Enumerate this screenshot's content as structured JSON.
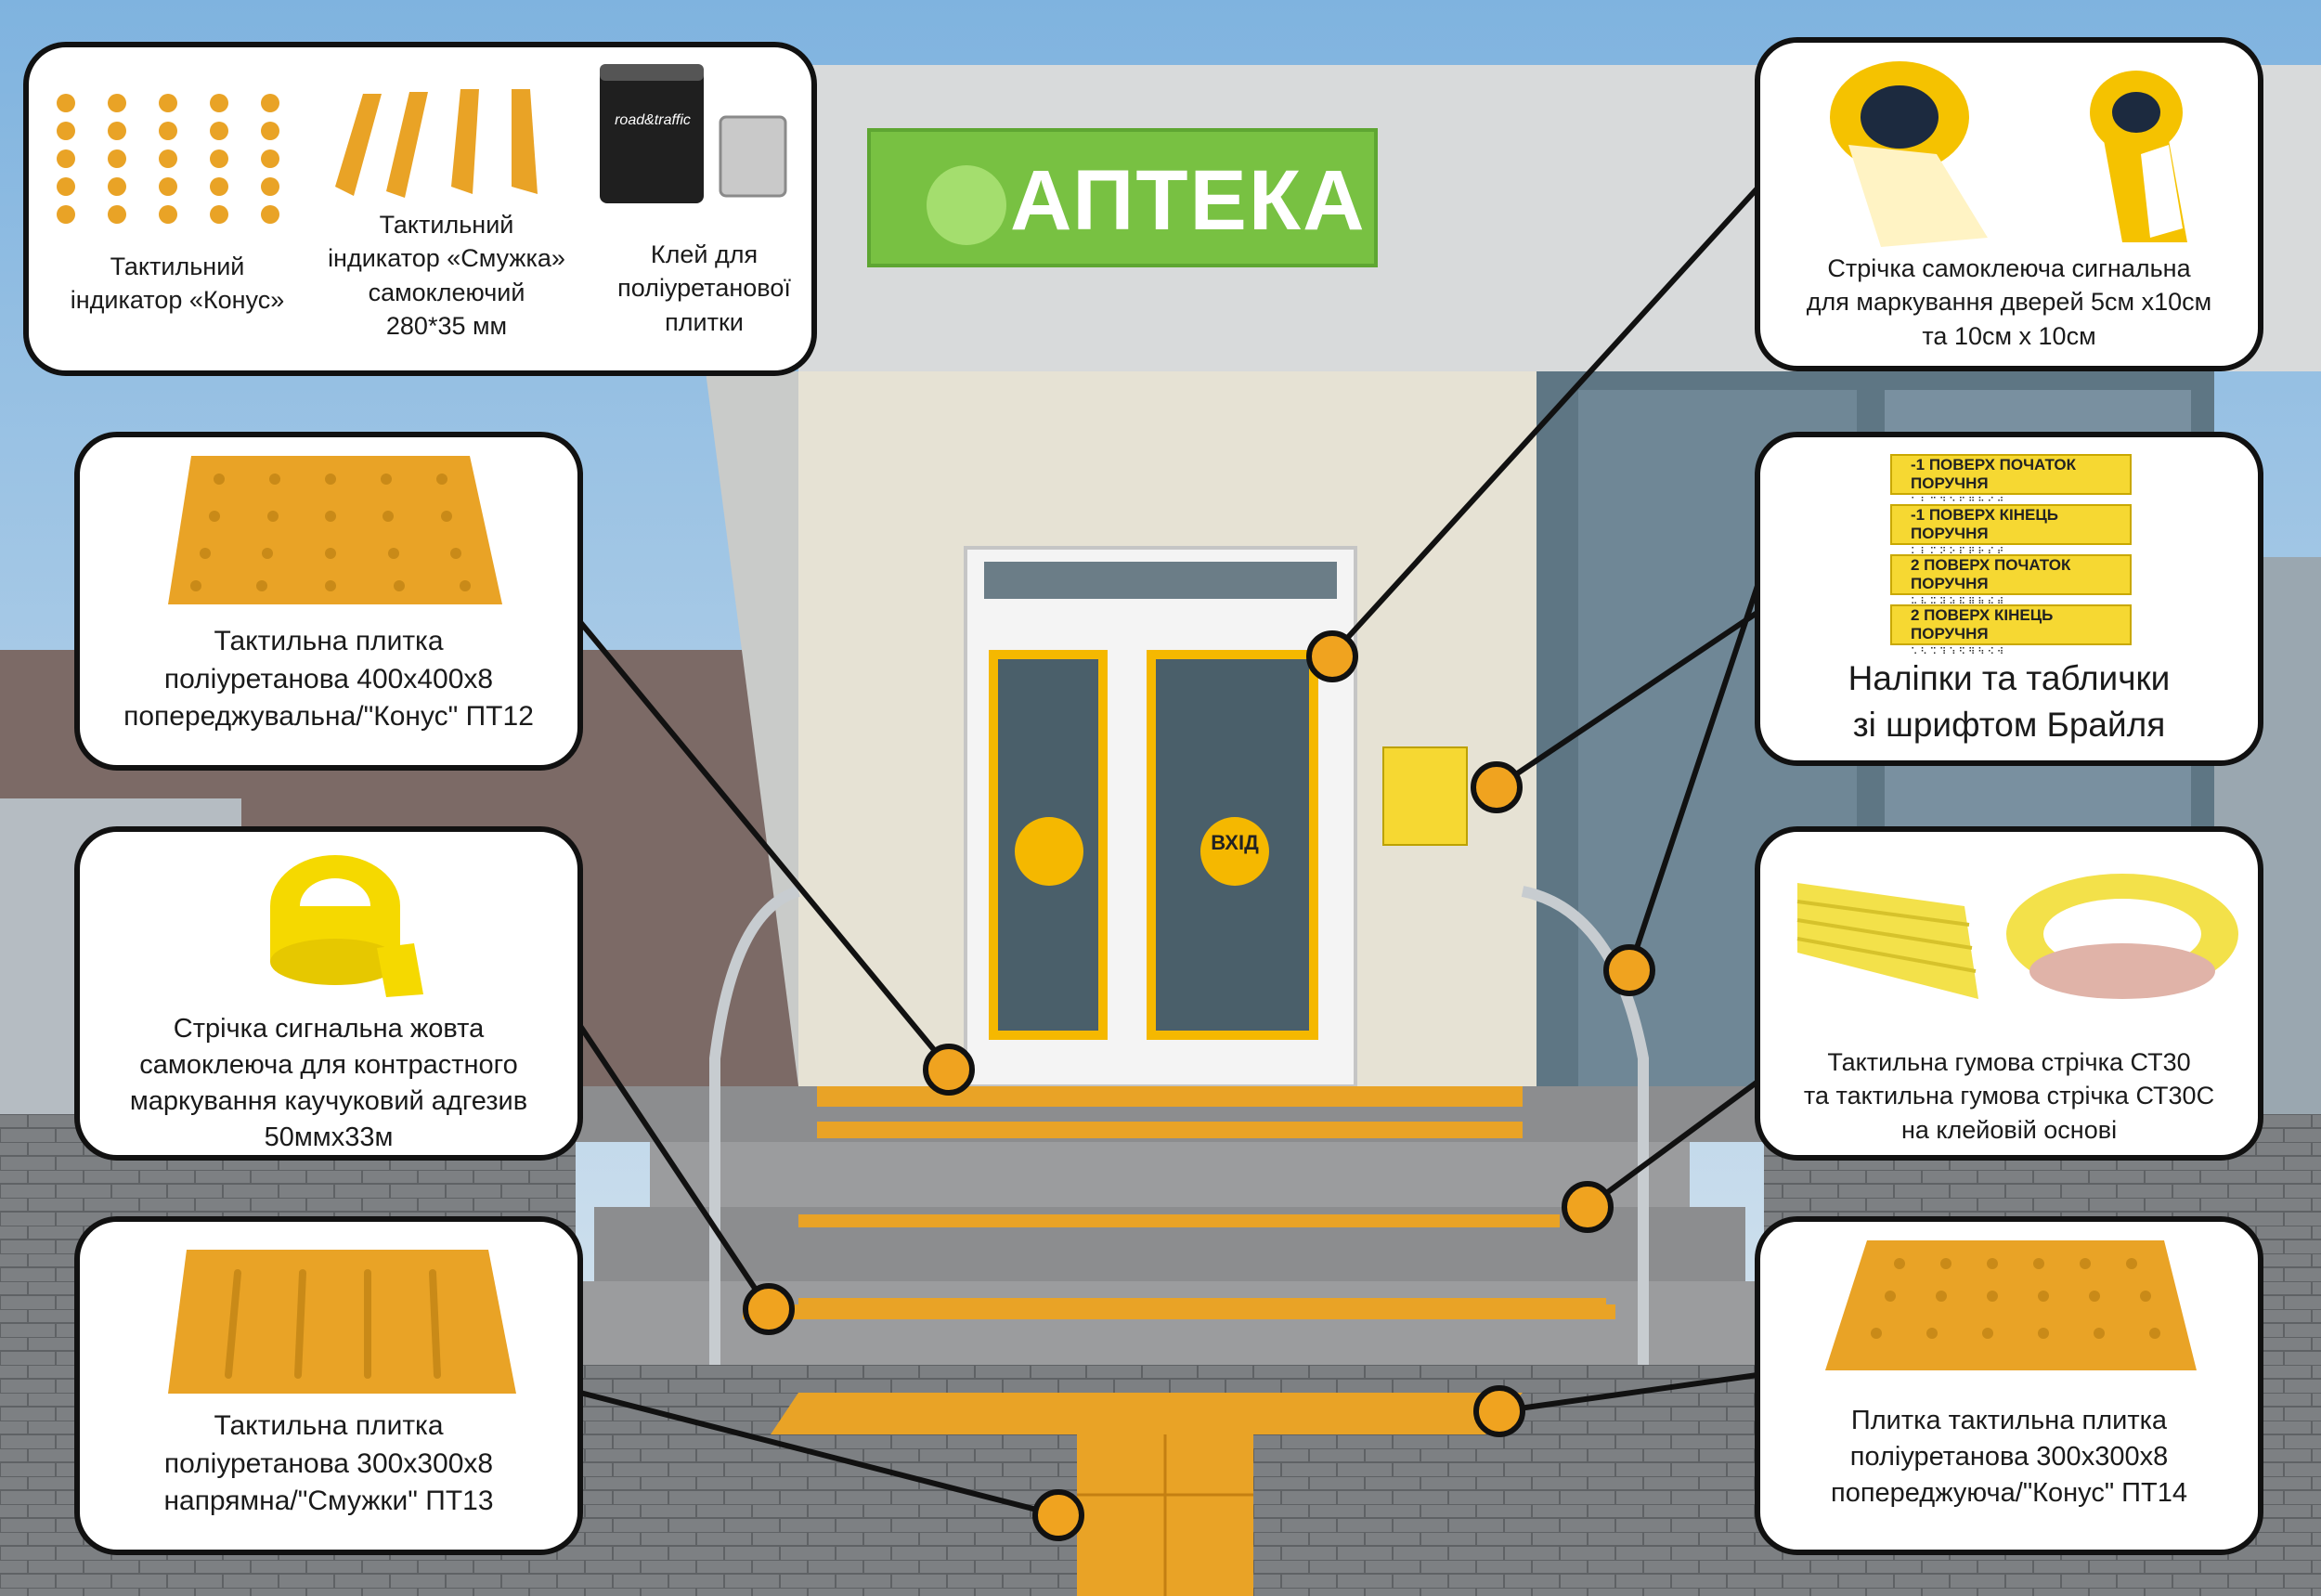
{
  "sign": {
    "title": "АПТЕКА"
  },
  "door": {
    "label": "ВХІД"
  },
  "products": {
    "cone_indicator": "Тактильний\nіндикатор «Конус»",
    "strip_indicator": "Тактильний\nіндикатор «Смужка»\nсамоклеючий\n280*35 мм",
    "glue": "Клей для\nполіуретанової\nплитки",
    "glue_can_label": "road&traffic",
    "door_tape": "Стрічка самоклеюча сигнальна\nдля маркування дверей 5см х10см\nта 10см х 10см",
    "braille": "Наліпки та таблички\nзі шрифтом Брайля",
    "braille_rows": [
      "-1 ПОВЕРХ   ПОЧАТОК ПОРУЧНЯ",
      "-1 ПОВЕРХ   КІНЕЦЬ ПОРУЧНЯ",
      "2 ПОВЕРХ   ПОЧАТОК ПОРУЧНЯ",
      "2 ПОВЕРХ   КІНЕЦЬ ПОРУЧНЯ"
    ],
    "rubber_tape": "Тактильна гумова стрічка СТ30\nта тактильна гумова стрічка СТ30С\nна клейовій основі",
    "tile_pt14": "Плитка тактильна плитка\nполіуретанова 300х300х8\nпопереджуюча/\"Конус\" ПТ14",
    "tile_pt12": "Тактильна плитка\nполіуретанова 400х400х8\nпопереджувальна/\"Конус\" ПТ12",
    "signal_tape": "Стрічка сигнальна жовта\nсамоклеюча для контрастного\nмаркування каучуковий адгезив\n50ммх33м",
    "tile_pt13": "Тактильна плитка\nполіуретанова 300х300х8\nнапрямна/\"Смужки\" ПТ13"
  },
  "colors": {
    "accent": "#f5a623",
    "tactile": "#e9a326",
    "sign_green": "#78c142",
    "outline": "#111111"
  }
}
